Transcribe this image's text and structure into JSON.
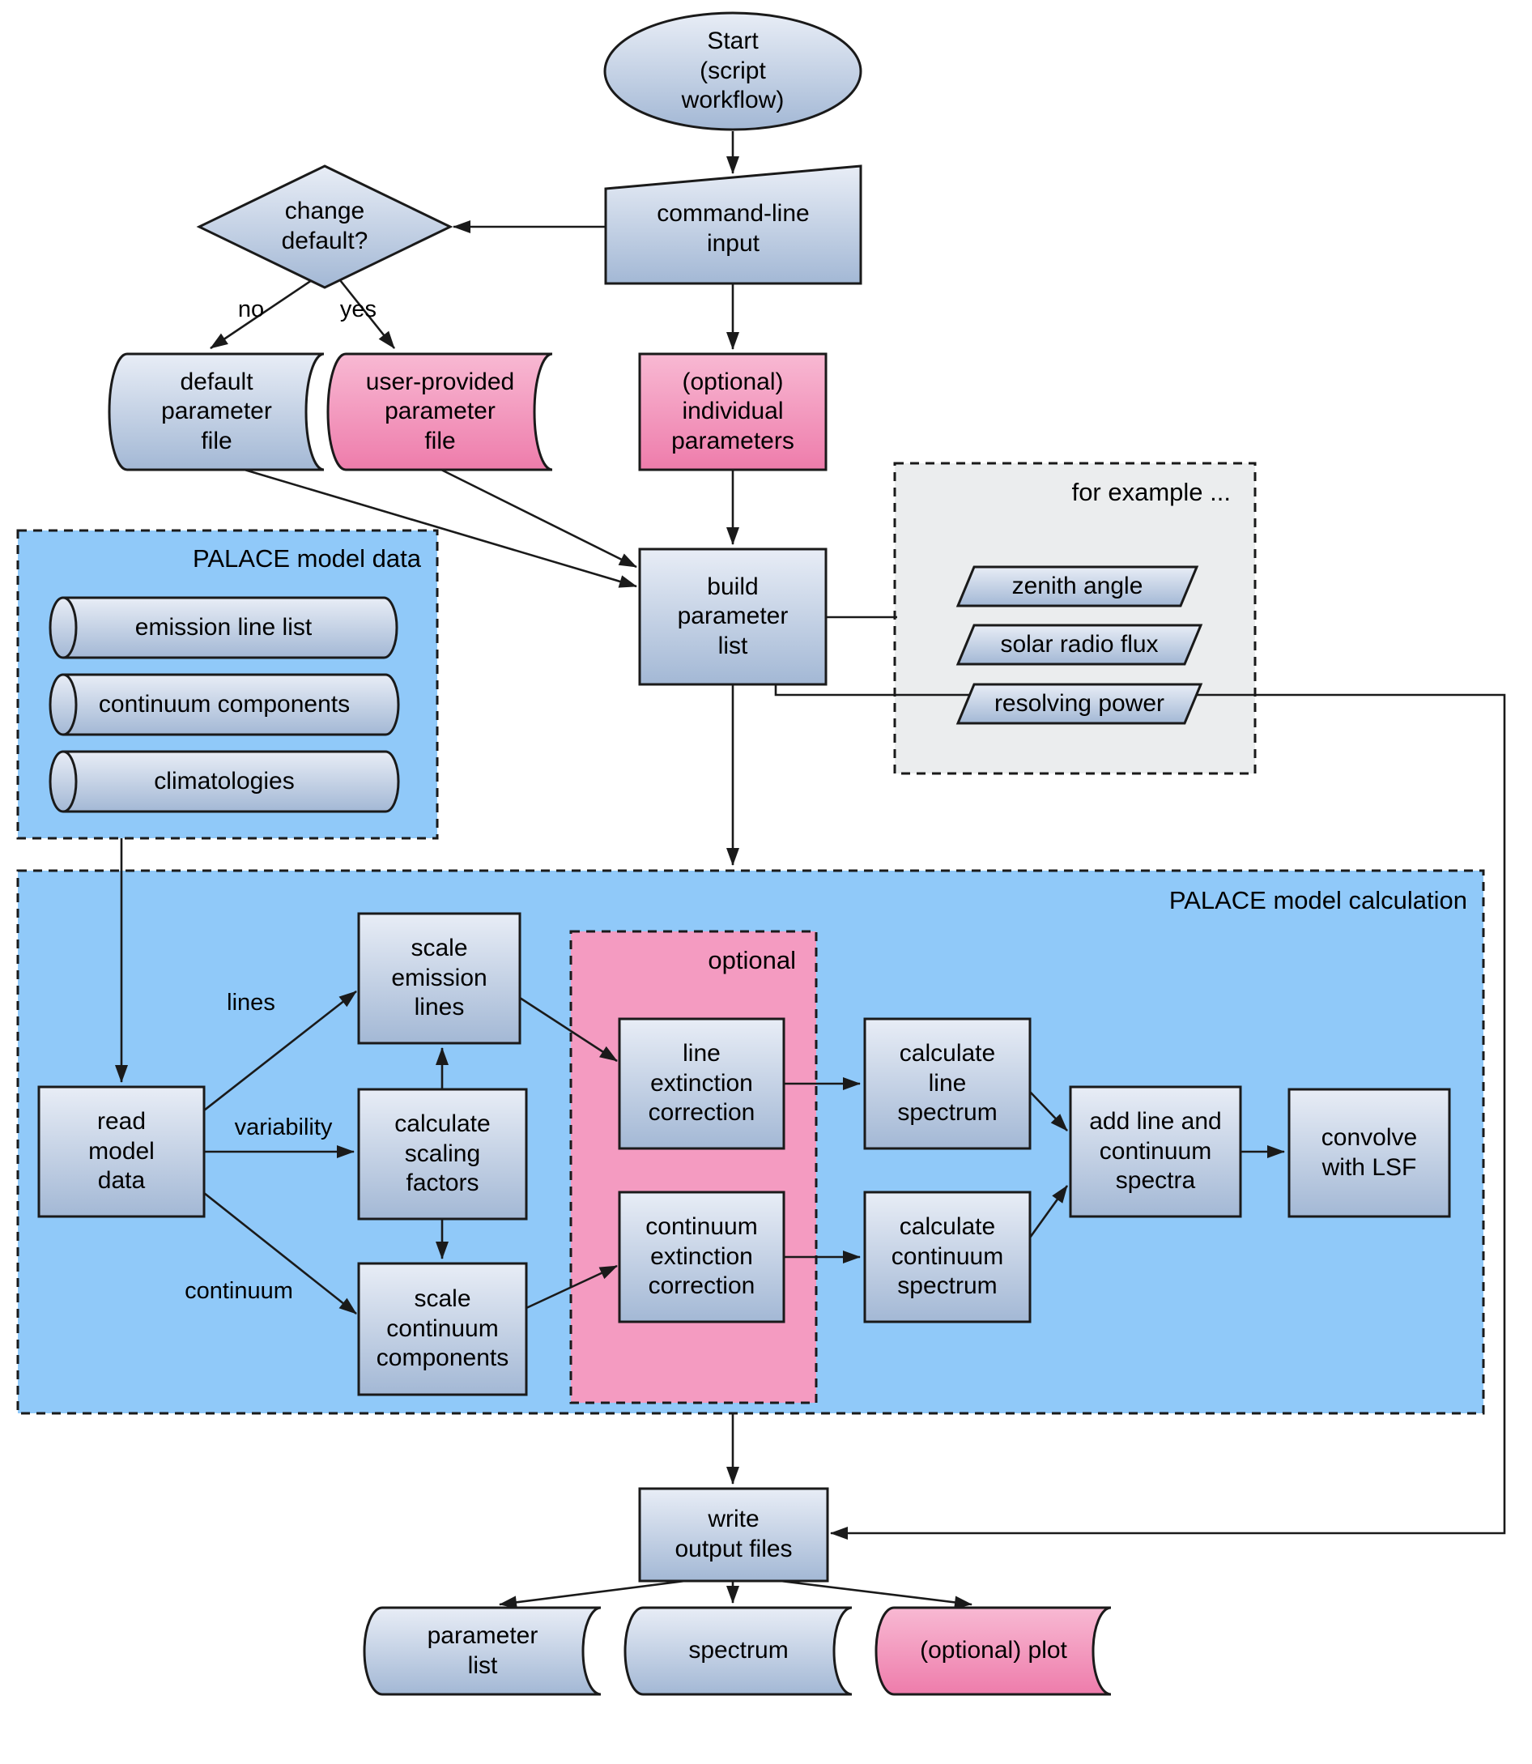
{
  "colors": {
    "container_blue": "#90c9f9",
    "container_gray": "#ebedee",
    "container_pink": "#f49bc1",
    "node_blue_top": "#e8edf6",
    "node_blue_bottom": "#a3b8d5",
    "node_pink_top": "#f8b9d3",
    "node_pink_bottom": "#ee7cab",
    "stroke": "#1a1a1a"
  },
  "nodes": {
    "start": {
      "label": "Start\n(script\nworkflow)"
    },
    "command_line_input": {
      "label": "command-line\ninput"
    },
    "change_default": {
      "label": "change\ndefault?"
    },
    "default_parameter_file": {
      "label": "default\nparameter\nfile"
    },
    "user_parameter_file": {
      "label": "user-provided\nparameter\nfile"
    },
    "optional_individual_parameters": {
      "label": "(optional)\nindividual\nparameters"
    },
    "build_parameter_list": {
      "label": "build\nparameter\nlist"
    },
    "zenith_angle": {
      "label": "zenith angle"
    },
    "solar_radio_flux": {
      "label": "solar radio flux"
    },
    "resolving_power": {
      "label": "resolving power"
    },
    "emission_line_list": {
      "label": "emission line list"
    },
    "continuum_components": {
      "label": "continuum components"
    },
    "climatologies": {
      "label": "climatologies"
    },
    "read_model_data": {
      "label": "read\nmodel\ndata"
    },
    "scale_emission_lines": {
      "label": "scale\nemission\nlines"
    },
    "calculate_scaling_factors": {
      "label": "calculate\nscaling\nfactors"
    },
    "scale_continuum_components": {
      "label": "scale\ncontinuum\ncomponents"
    },
    "line_extinction_correction": {
      "label": "line\nextinction\ncorrection"
    },
    "continuum_extinction_correction": {
      "label": "continuum\nextinction\ncorrection"
    },
    "calculate_line_spectrum": {
      "label": "calculate\nline\nspectrum"
    },
    "calculate_continuum_spectrum": {
      "label": "calculate\ncontinuum\nspectrum"
    },
    "add_line_continuum_spectra": {
      "label": "add line and\ncontinuum\nspectra"
    },
    "convolve_with_lsf": {
      "label": "convolve\nwith LSF"
    },
    "write_output_files": {
      "label": "write\noutput files"
    },
    "parameter_list_output": {
      "label": "parameter\nlist"
    },
    "spectrum_output": {
      "label": "spectrum"
    },
    "plot_output": {
      "label": "(optional) plot"
    }
  },
  "containers": {
    "palace_model_data": {
      "label": "PALACE model data"
    },
    "for_example": {
      "label": "for example ..."
    },
    "palace_model_calculation": {
      "label": "PALACE model calculation"
    },
    "optional": {
      "label": "optional"
    }
  },
  "edge_labels": {
    "no": "no",
    "yes": "yes",
    "lines": "lines",
    "variability": "variability",
    "continuum": "continuum"
  },
  "edges": [
    {
      "from": "start",
      "to": "command_line_input"
    },
    {
      "from": "command_line_input",
      "to": "change_default"
    },
    {
      "from": "change_default",
      "to": "default_parameter_file",
      "label": "no"
    },
    {
      "from": "change_default",
      "to": "user_parameter_file",
      "label": "yes"
    },
    {
      "from": "command_line_input",
      "to": "optional_individual_parameters"
    },
    {
      "from": "default_parameter_file",
      "to": "build_parameter_list"
    },
    {
      "from": "user_parameter_file",
      "to": "build_parameter_list"
    },
    {
      "from": "optional_individual_parameters",
      "to": "build_parameter_list"
    },
    {
      "from": "build_parameter_list",
      "to": "for_example"
    },
    {
      "from": "build_parameter_list",
      "to": "palace_model_calculation"
    },
    {
      "from": "build_parameter_list",
      "to": "write_output_files"
    },
    {
      "from": "palace_model_data",
      "to": "read_model_data"
    },
    {
      "from": "read_model_data",
      "to": "scale_emission_lines",
      "label": "lines"
    },
    {
      "from": "read_model_data",
      "to": "calculate_scaling_factors",
      "label": "variability"
    },
    {
      "from": "read_model_data",
      "to": "scale_continuum_components",
      "label": "continuum"
    },
    {
      "from": "calculate_scaling_factors",
      "to": "scale_emission_lines"
    },
    {
      "from": "calculate_scaling_factors",
      "to": "scale_continuum_components"
    },
    {
      "from": "scale_emission_lines",
      "to": "line_extinction_correction"
    },
    {
      "from": "scale_continuum_components",
      "to": "continuum_extinction_correction"
    },
    {
      "from": "line_extinction_correction",
      "to": "calculate_line_spectrum"
    },
    {
      "from": "continuum_extinction_correction",
      "to": "calculate_continuum_spectrum"
    },
    {
      "from": "calculate_line_spectrum",
      "to": "add_line_continuum_spectra"
    },
    {
      "from": "calculate_continuum_spectrum",
      "to": "add_line_continuum_spectra"
    },
    {
      "from": "add_line_continuum_spectra",
      "to": "convolve_with_lsf"
    },
    {
      "from": "palace_model_calculation",
      "to": "write_output_files"
    },
    {
      "from": "write_output_files",
      "to": "parameter_list_output"
    },
    {
      "from": "write_output_files",
      "to": "spectrum_output"
    },
    {
      "from": "write_output_files",
      "to": "plot_output"
    }
  ]
}
